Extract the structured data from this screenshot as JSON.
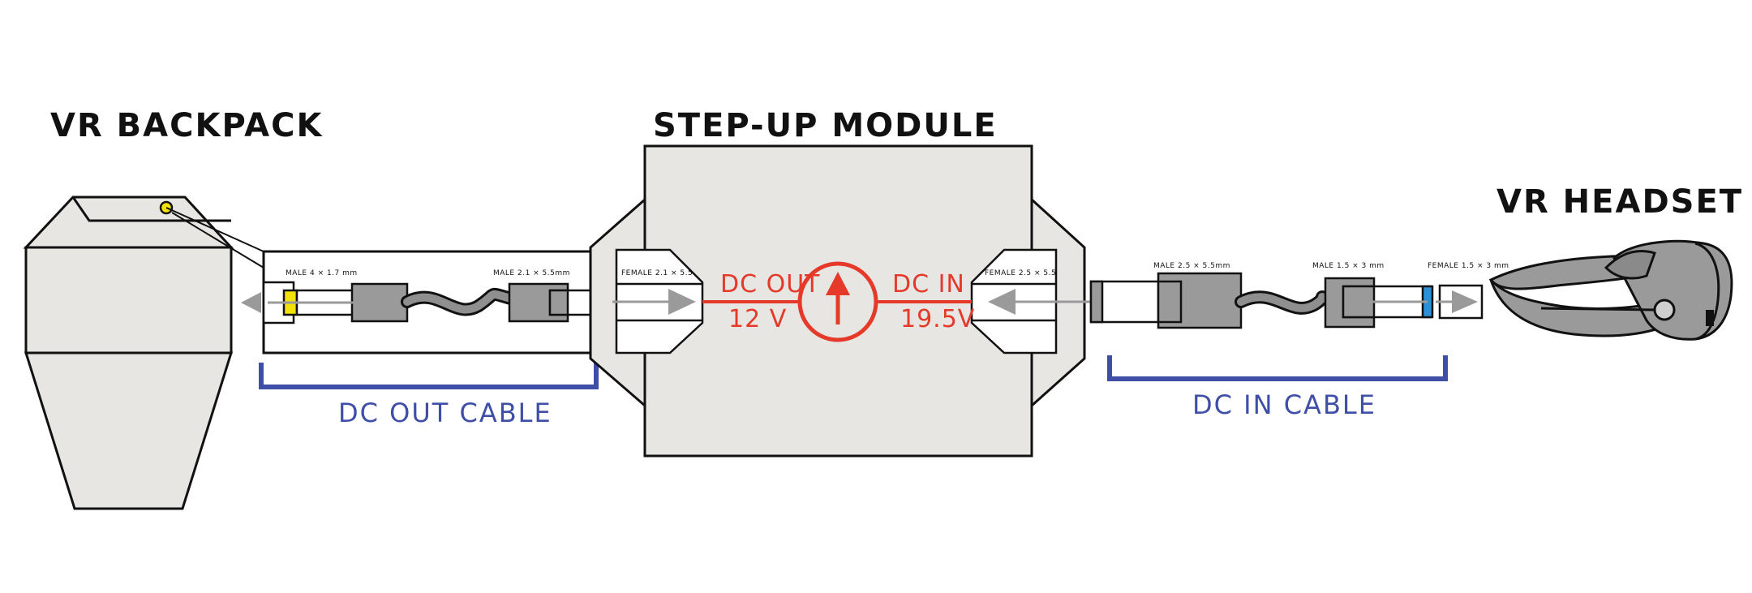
{
  "titles": {
    "backpack": "VR BACKPACK",
    "module": "STEP-UP MODULE",
    "headset": "VR HEADSET"
  },
  "connectors": {
    "out_tip": "MALE 4 × 1.7 mm",
    "out_plug": "MALE 2.1 × 5.5mm",
    "module_out_jack": "FEMALE 2.1 × 5.5",
    "module_in_jack": "FEMALE 2.5 × 5.5",
    "in_plug": "MALE 2.5 × 5.5mm",
    "in_tip": "MALE 1.5 × 3 mm",
    "headset_jack": "FEMALE 1.5 × 3 mm"
  },
  "module": {
    "out_label": "DC OUT",
    "out_voltage": "12 V",
    "in_label": "DC IN",
    "in_voltage": "19.5V"
  },
  "cables": {
    "out_cable": "DC OUT CABLE",
    "in_cable": "DC IN CABLE"
  },
  "colors": {
    "red": "#e53a2a",
    "blue": "#3f4fa8",
    "yellow": "#f2e20c",
    "cyan": "#2f8fd6",
    "module_fill": "#e8e6e3",
    "plug_grey": "#9a9a9a"
  }
}
